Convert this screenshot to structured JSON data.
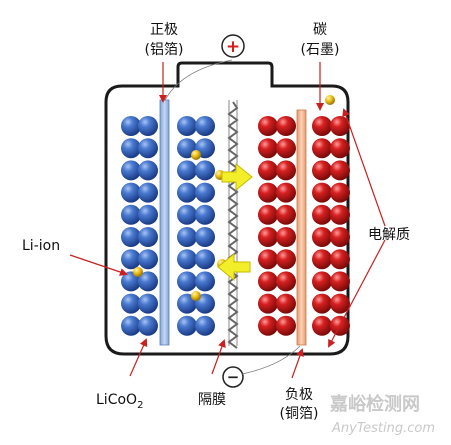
{
  "labels": {
    "cathode_line1": "正极",
    "cathode_line2": "(铝箔)",
    "carbon_line1": "碳",
    "carbon_line2": "(石墨)",
    "electrolyte": "电解质",
    "li_ion": "Li-ion",
    "licoo2_main": "LiCoO",
    "licoo2_sub": "2",
    "separator": "隔膜",
    "anode_line1": "负极",
    "anode_line2": "(铜箔)",
    "plus_sign": "+",
    "minus_sign": "−"
  },
  "watermark": {
    "brand": "嘉峪检测网",
    "url": "AnyTesting.com"
  },
  "colors": {
    "lithium_cobalt_oxide": "#2f5fb3",
    "graphite": "#c81e1e",
    "lithium_ion": "#e8c21a",
    "aluminum_foil": "#9db9e3",
    "copper_foil": "#f2b48f",
    "arrow": "#f3ee2a",
    "pointer": "#cc1f1f"
  },
  "icons": {
    "positive_terminal": "plus-circle-icon",
    "negative_terminal": "minus-circle-icon",
    "ion_flow": "arrow-right-icon"
  }
}
